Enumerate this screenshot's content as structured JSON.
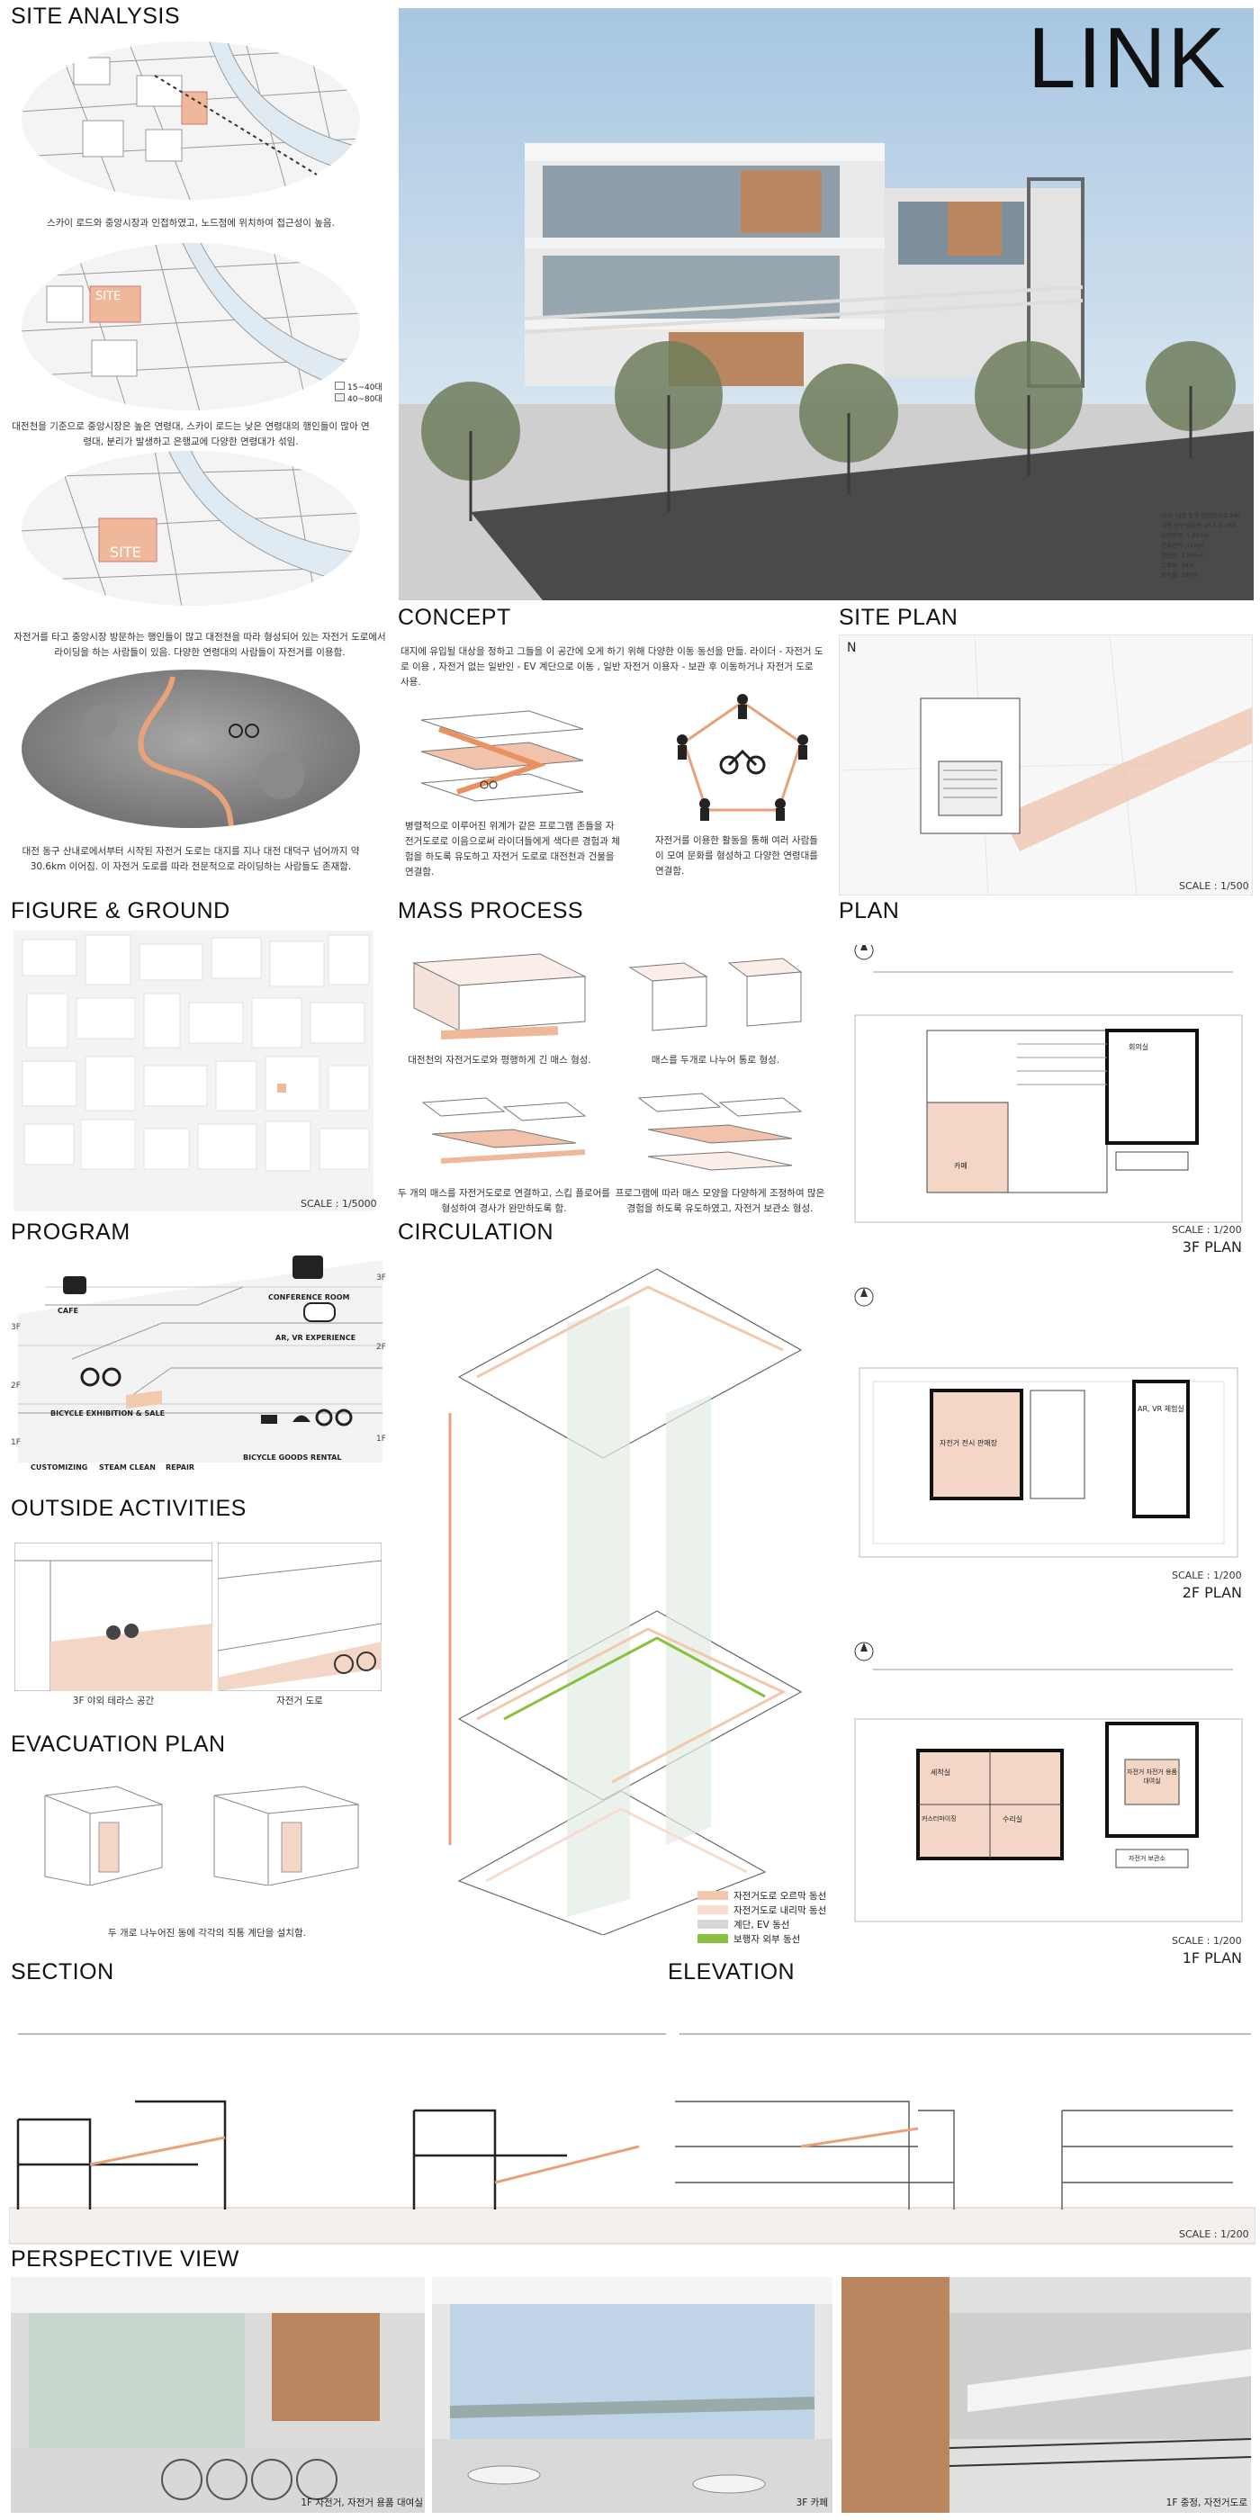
{
  "title": "LINK",
  "colors": {
    "accent": "#f0b89a",
    "accent_dark": "#e8935f",
    "green": "#8bbf3f",
    "orange_route": "#e8a27a",
    "sky": "#cfe0ee"
  },
  "sections": {
    "site_analysis": "SITE ANALYSIS",
    "concept": "CONCEPT",
    "site_plan": "SITE PLAN",
    "figure_ground": "FIGURE & GROUND",
    "mass_process": "MASS PROCESS",
    "plan": "PLAN",
    "program": "PROGRAM",
    "circulation": "CIRCULATION",
    "outside_activities": "OUTSIDE ACTIVITIES",
    "evacuation_plan": "EVACUATION PLAN",
    "section": "SECTION",
    "elevation": "ELEVATION",
    "perspective_view": "PERSPECTIVE VIEW"
  },
  "site_analysis": {
    "map1_caption": "스카이 로드와 중앙시장과 인접하였고, 노드점에 위치하여 접근성이 높음.",
    "map2_caption": "대전천을 기준으로 중앙시장은 높은 연령대, 스카이 로드는 낮은 연령대의 행인들이 많아 연령대, 분리가 발생하고 은행교에 다양한 연령대가 섞임.",
    "map2_legend": [
      "15~40대",
      "40~80대"
    ],
    "map3_caption": "자전거를 타고 중앙시장 방문하는 행인들이 많고 대전천을 따라 형성되어 있는 자전거 도로에서 라이딩을 하는 사람들이 있음. 다양한 연령대의 사람들이 자전거를 이용함.",
    "map4_caption": "대전 동구 산내로에서부터 시작된 자전거 도로는 대지를 지나 대전 대덕구 넘어까지 약 30.6km 이어짐. 이 자전거 도로를 따라 전문적으로 라이딩하는 사람들도 존재함.",
    "site_tag": "SITE"
  },
  "concept": {
    "text": "대지에 유입될 대상을 정하고 그들을 이 공간에 오게 하기 위해 다양한 이동 동선을 만듦. 라이더 - 자전거 도로 이용 , 자전거 없는 일반인 - EV 계단으로 이동 , 일반 자전거 이용자 - 보관 후 이동하거나 자전거 도로 사용.",
    "left_caption": "병렬적으로 이루어진 위계가 같은 프로그램 존들을 자전거도로로 이음으로써 라이더들에게 색다른 경험과 체험을 하도록 유도하고 자전거 도로로 대전천과 건물을 연결함.",
    "right_caption": "자전거를 이용한 활동을 통해 여러 사람들이 모여 문화를 형성하고 다양한 연령대를 연결함."
  },
  "site_plan": {
    "scale": "SCALE : 1/500"
  },
  "figure_ground": {
    "scale": "SCALE : 1/5000"
  },
  "mass_process": {
    "step1": "대전천의 자전거도로와 평행하게 긴 매스 형성.",
    "step2": "매스를 두개로 나누어 통로 형성.",
    "step3": "두 개의 매스를 자전거도로로 연결하고, 스킵 플로어를 형성하여 경사가 완만하도록 함.",
    "step4": "프로그램에 따라 매스 모양을 다양하게 조정하여 많은 경험을 하도록 유도하였고, 자전거 보관소 형성."
  },
  "plan": {
    "p3_scale": "SCALE : 1/200",
    "p3_label": "3F PLAN",
    "p2_scale": "SCALE : 1/200",
    "p2_label": "2F PLAN",
    "p1_scale": "SCALE : 1/200",
    "p1_label": "1F PLAN",
    "room_cafe": "카페",
    "room_ar": "AR, VR 체험실",
    "room_exhibit": "자전거 전시 판매장",
    "room_bike_store": "자전거 보관소",
    "room_repair": "수리실",
    "room_wash": "세척실",
    "room_custom": "커스터마이징",
    "room_rental": "자전거 자전거 용품 대여실",
    "room_conference": "회의실"
  },
  "program": {
    "floors": [
      "3F",
      "2F",
      "1F"
    ],
    "labels": {
      "conference": "CONFERENCE ROOM",
      "cafe": "CAFE",
      "arvr": "AR, VR EXPERIENCE",
      "exhibition": "BICYCLE EXHIBITION & SALE",
      "customizing": "CUSTOMIZING",
      "steam": "STEAM CLEAN",
      "repair": "REPAIR",
      "rental": "BICYCLE GOODS RENTAL"
    },
    "side_floors": [
      "3F",
      "2F",
      "1F"
    ]
  },
  "circulation": {
    "legend": [
      {
        "label": "자전거도로 오르막 동선",
        "color": "#f3c9ad"
      },
      {
        "label": "자전거도로 내리막 동선",
        "color": "#f7ddd0"
      },
      {
        "label": "계단, EV 동선",
        "color": "#d6d6d6"
      },
      {
        "label": "보행자 외부 동선",
        "color": "#8bbf3f"
      }
    ]
  },
  "outside_activities": {
    "left_caption": "3F 야외 테라스 공간",
    "right_caption": "자전거 도로"
  },
  "evacuation": {
    "caption": "두 개로 나누어진 동에 각각의 직통 계단을 설치함."
  },
  "section_elev": {
    "scale": "SCALE : 1/200"
  },
  "perspective": {
    "v1": "1F 자전거, 자전거 용품 대여실",
    "v2": "3F 카페",
    "v3": "1F 중정, 자전거도로"
  },
  "render_info": [
    "대지: 대전 동구 대전천서로 445",
    "대전 동구 대흥동 457-4, 455",
    "대지면적: 1,850㎡",
    "건축면적: 720㎡",
    "연면적: 1,850㎡",
    "건폐율: 39%",
    "용적률: 100%"
  ]
}
